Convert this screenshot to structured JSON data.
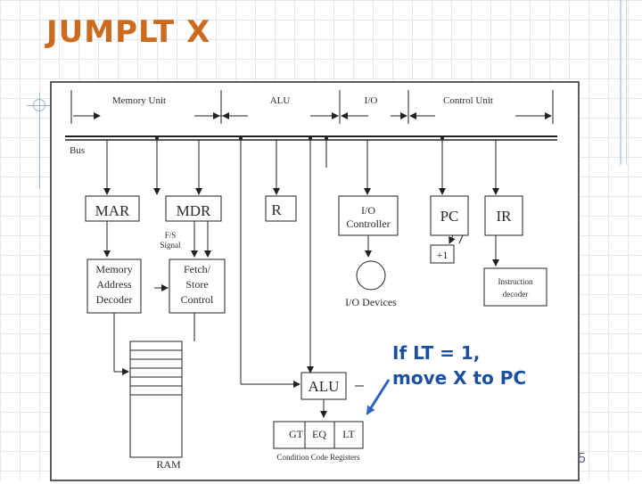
{
  "title": "JUMPLT X",
  "page_number": "5",
  "diagram": {
    "sections": [
      "Memory Unit",
      "ALU",
      "I/O",
      "Control Unit"
    ],
    "bus": "Bus",
    "mar": "MAR",
    "mdr": "MDR",
    "r": "R",
    "io_controller": [
      "I/O",
      "Controller"
    ],
    "pc": "PC",
    "ir": "IR",
    "plus_one": "+1",
    "fs_signal": [
      "F/S",
      "Signal"
    ],
    "mem_decoder": [
      "Memory",
      "Address",
      "Decoder"
    ],
    "fetch_store": [
      "Fetch/",
      "Store",
      "Control"
    ],
    "io_devices": "I/O Devices",
    "instr_decoder": [
      "Instruction",
      "decoder"
    ],
    "alu": "ALU",
    "gt": "GT",
    "eq": "EQ",
    "lt": "LT",
    "cond_regs": "Condition Code Registers",
    "ram": "RAM"
  },
  "callout": [
    "If LT = 1,",
    "move X to PC"
  ],
  "colors": {
    "title": "#cc6a1e",
    "callout": "#1d4f9f",
    "arrow": "#2f63c4"
  }
}
